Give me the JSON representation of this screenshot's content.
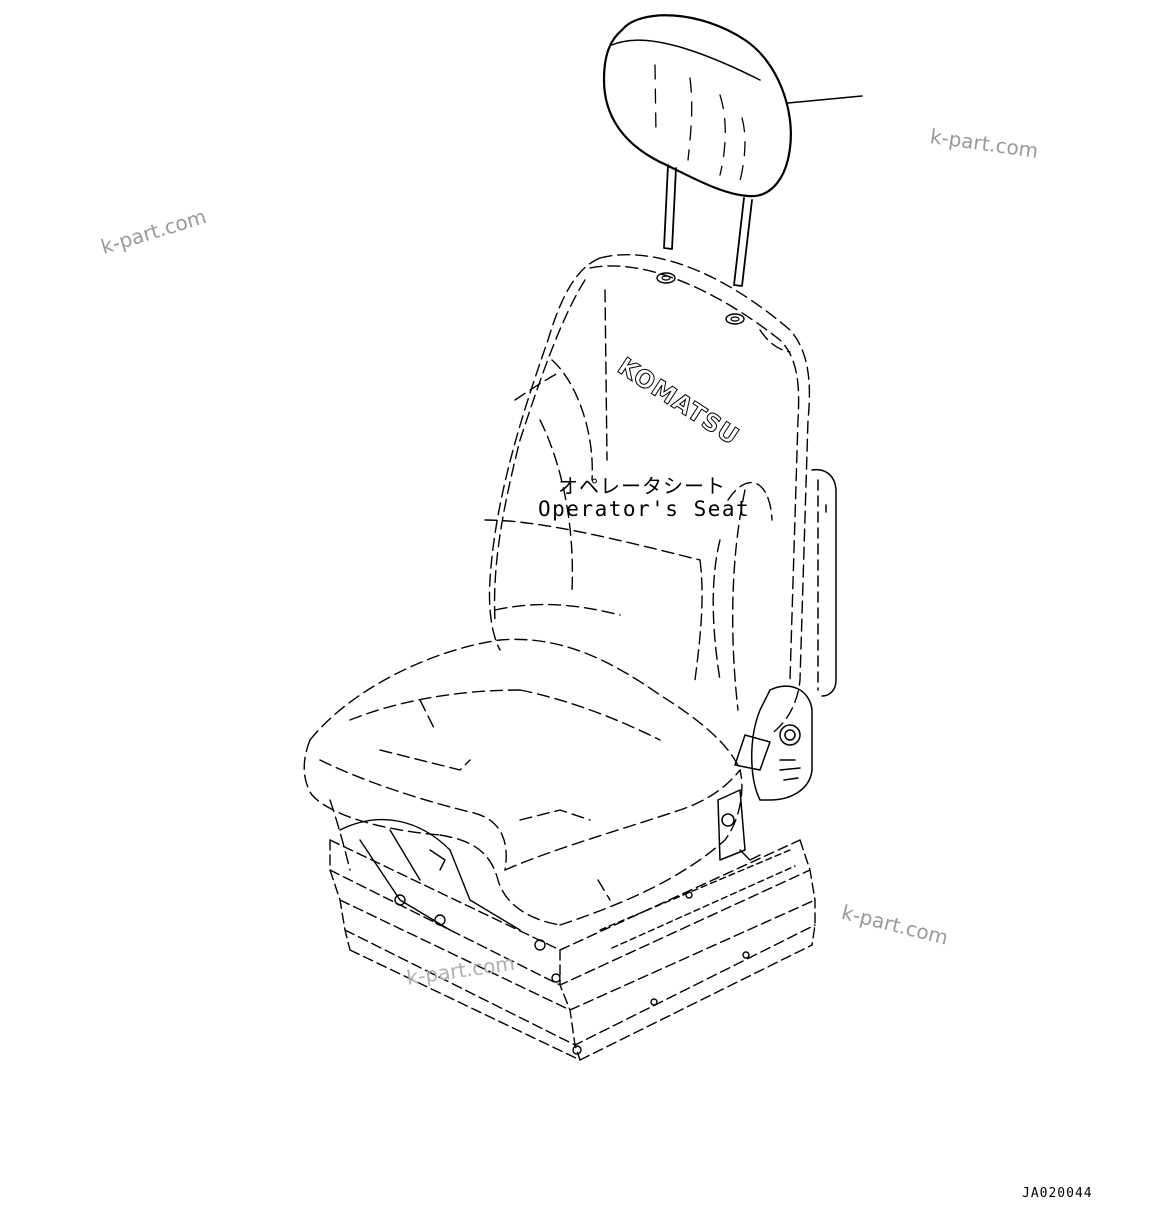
{
  "part": {
    "label_jp": "オペレータシート",
    "label_en": "Operator's Seat",
    "brand_mark": "KOMATSU"
  },
  "drawing_code": "JA020044",
  "watermarks": [
    "k-part.com",
    "k-part.com",
    "k-part.com",
    "k-part.com"
  ]
}
